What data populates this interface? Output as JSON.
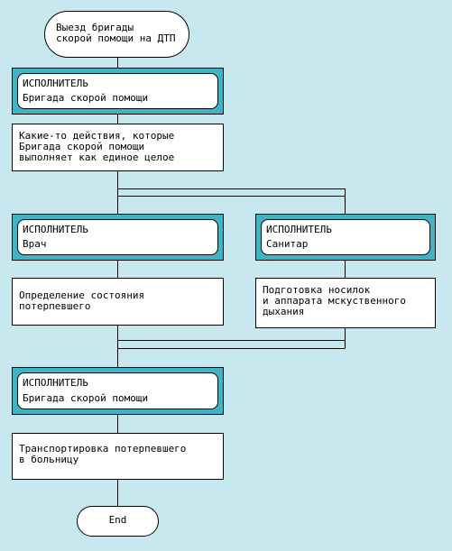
{
  "start": {
    "text": "Выезд бригады\nскорой помощи на ДТП"
  },
  "performer_main": {
    "role": "ИСПОЛНИТЕЛЬ",
    "name": "Бригада скорой помощи"
  },
  "action_main": {
    "text": "Какие-то действия, которые\nБригада скорой помощи\nвыполняет как единое целое"
  },
  "performer_doctor": {
    "role": "ИСПОЛНИТЕЛЬ",
    "name": "Врач"
  },
  "performer_orderly": {
    "role": "ИСПОЛНИТЕЛЬ",
    "name": "Санитар"
  },
  "action_doctor": {
    "text": "Определение состояния\nпотерпевшего"
  },
  "action_orderly": {
    "text": "Подготовка носилок\nи аппарата мскуственного\nдыхания"
  },
  "performer_final": {
    "role": "ИСПОЛНИТЕЛЬ",
    "name": "Бригада скорой помощи"
  },
  "action_final": {
    "text": "Транспортировка потерпевшего\nв больницу"
  },
  "end": {
    "text": "End"
  },
  "colors": {
    "background": "#c8e8f0",
    "performer_frame": "#40b4c4",
    "box": "#ffffff",
    "line": "#000000"
  }
}
